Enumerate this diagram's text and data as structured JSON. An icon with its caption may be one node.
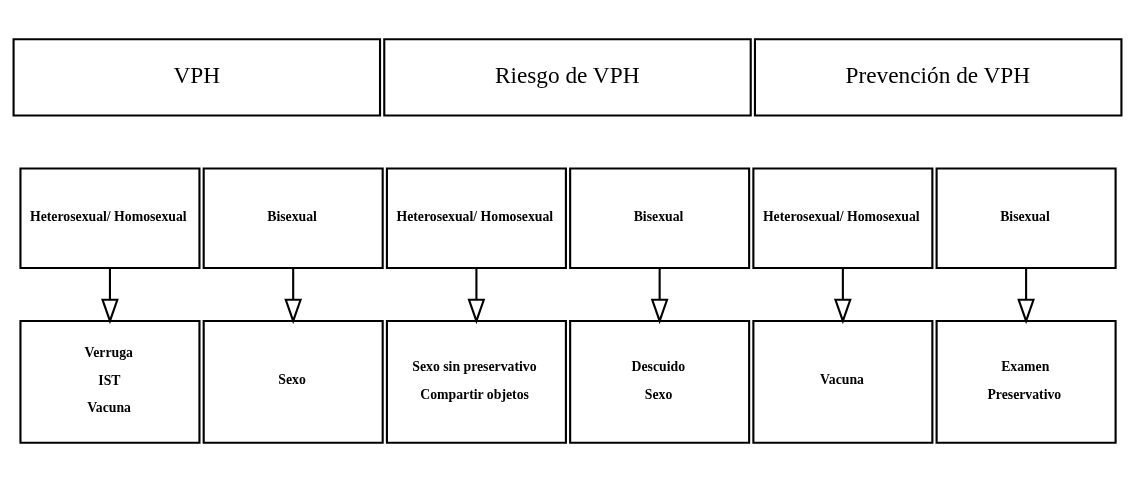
{
  "diagram": {
    "nodes": [
      {
        "text": [
          "VPH"
        ]
      },
      {
        "text": [
          "Riesgo de VPH"
        ]
      },
      {
        "text": [
          "Prevención de VPH"
        ]
      },
      {
        "text": [
          "Heterosexual/ Homosexual"
        ]
      },
      {
        "text": [
          "Bisexual"
        ]
      },
      {
        "text": [
          "Heterosexual/ Homosexual"
        ]
      },
      {
        "text": [
          "Bisexual"
        ]
      },
      {
        "text": [
          "Heterosexual/ Homosexual"
        ]
      },
      {
        "text": [
          "Bisexual"
        ]
      },
      {
        "text": [
          "Verruga",
          "IST",
          "Vacuna"
        ]
      },
      {
        "text": [
          "Sexo"
        ]
      },
      {
        "text": [
          "Sexo sin preservativo",
          "Compartir objetos"
        ]
      },
      {
        "text": [
          "Descuido",
          "Sexo"
        ]
      },
      {
        "text": [
          "Vacuna"
        ]
      },
      {
        "text": [
          "Examen",
          "Preservativo"
        ]
      }
    ],
    "edges": [
      {
        "from": 3,
        "to": 9,
        "arrow": "to"
      },
      {
        "from": 4,
        "to": 10,
        "arrow": "to"
      },
      {
        "from": 5,
        "to": 11,
        "arrow": "to"
      },
      {
        "from": 6,
        "to": 12,
        "arrow": "to"
      },
      {
        "from": 7,
        "to": 13,
        "arrow": "to"
      },
      {
        "from": 8,
        "to": 14,
        "arrow": "to"
      }
    ]
  }
}
